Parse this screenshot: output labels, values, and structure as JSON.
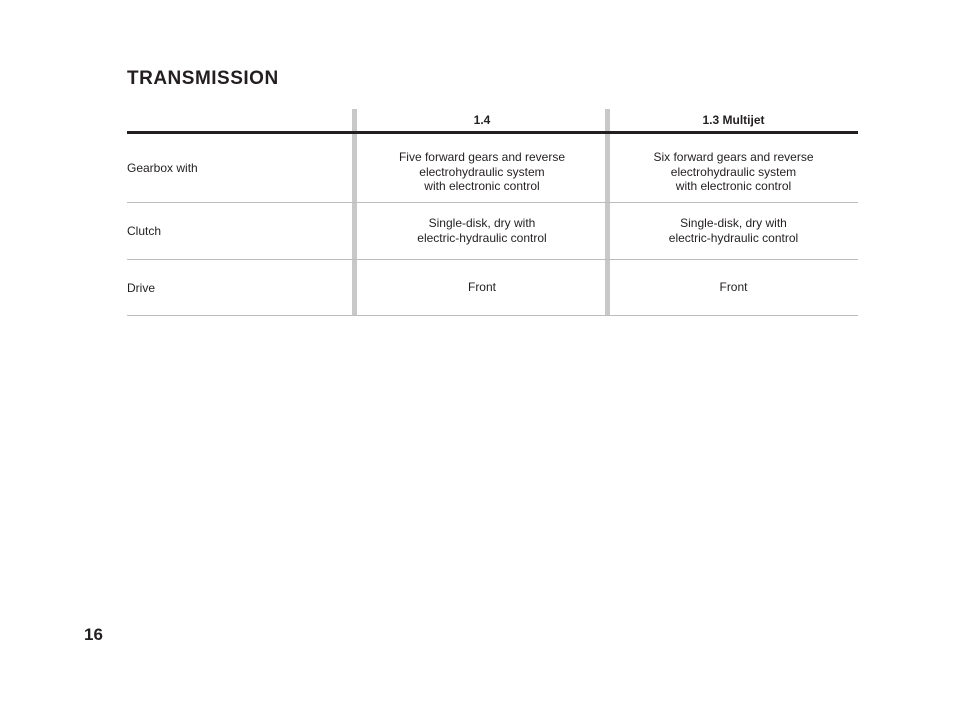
{
  "section_title": "TRANSMISSION",
  "columns": [
    "1.4",
    "1.3 Multijet"
  ],
  "rows": [
    {
      "label": "Gearbox with",
      "values": [
        [
          "Five forward gears and reverse",
          "electrohydraulic system",
          "with electronic control"
        ],
        [
          "Six forward gears and reverse",
          "electrohydraulic system",
          "with electronic control"
        ]
      ]
    },
    {
      "label": "Clutch",
      "values": [
        [
          "Single-disk, dry with",
          "electric-hydraulic control"
        ],
        [
          "Single-disk, dry with",
          "electric-hydraulic control"
        ]
      ]
    },
    {
      "label": "Drive",
      "values": [
        [
          "Front"
        ],
        [
          "Front"
        ]
      ]
    }
  ],
  "page_number": "16",
  "colors": {
    "text": "#231f20",
    "column_divider": "#c8c8c8",
    "row_rule": "#bdbdbd"
  }
}
